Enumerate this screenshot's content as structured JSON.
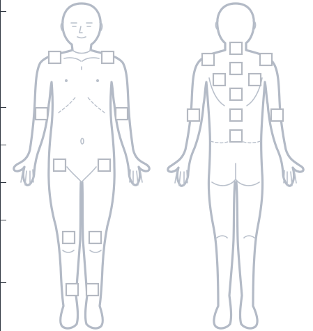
{
  "colors": {
    "body_outline": "#b3bac6",
    "site_marker": "#b4b9c2",
    "detail_line": "#b9c0cb",
    "left_rule": "#2f3640",
    "background": "#ffffff"
  },
  "views": [
    "front",
    "back"
  ],
  "front_sites": [
    "right-shoulder",
    "left-shoulder",
    "right-upper-arm",
    "left-upper-arm",
    "right-thigh",
    "left-thigh",
    "right-knee",
    "left-knee",
    "right-ankle",
    "left-ankle"
  ],
  "back_sites": [
    "upper-neck",
    "lower-neck",
    "left-shoulder-back",
    "right-shoulder-back",
    "left-scapula",
    "right-scapula",
    "upper-spine",
    "mid-spine",
    "lower-spine",
    "left-elbow-back",
    "right-elbow-back"
  ]
}
